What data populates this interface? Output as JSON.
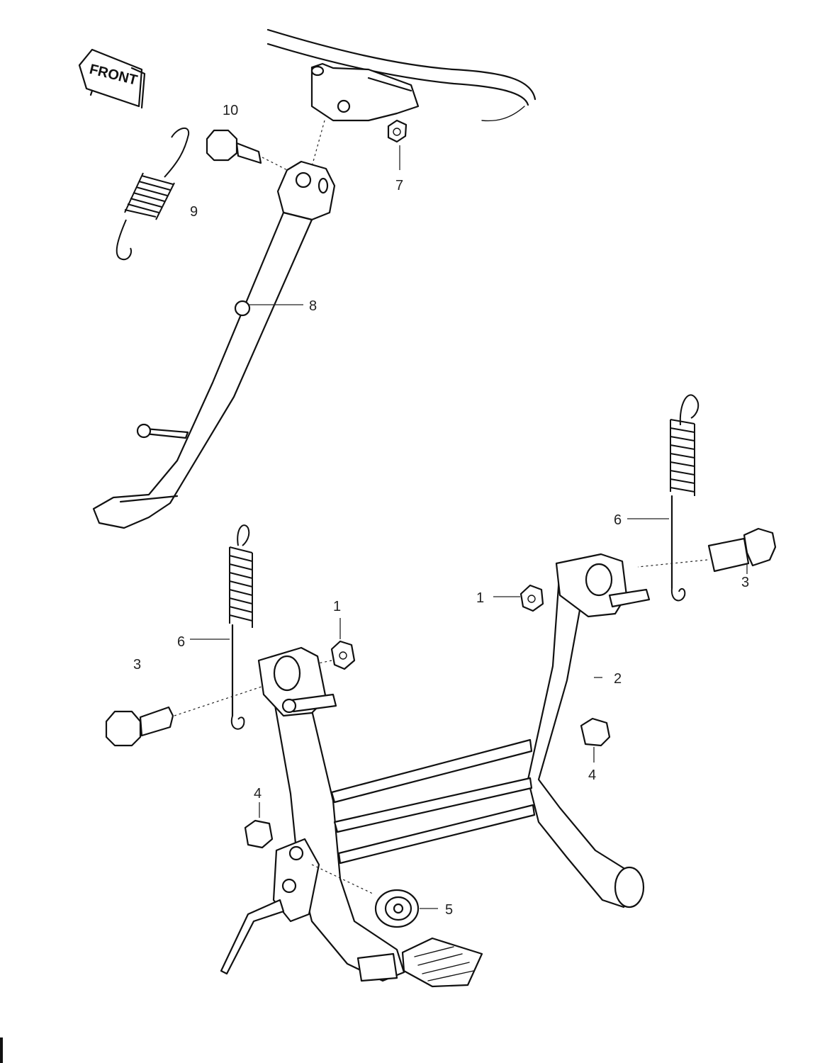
{
  "front_badge": "FRONT",
  "callouts": {
    "c1a": "1",
    "c1b": "1",
    "c2": "2",
    "c3a": "3",
    "c3b": "3",
    "c4a": "4",
    "c4b": "4",
    "c5": "5",
    "c6a": "6",
    "c6b": "6",
    "c7": "7",
    "c8": "8",
    "c9": "9",
    "c10": "10"
  }
}
